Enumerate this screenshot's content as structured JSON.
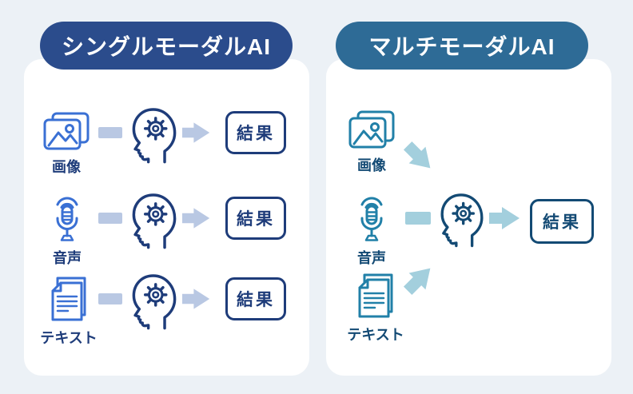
{
  "colors": {
    "bg": "#ecf1f6",
    "panel_bg": "#ffffff",
    "header_text": "#ffffff",
    "single_header": "#2b4c8c",
    "single_icon": "#3a70d4",
    "single_ink": "#1e3c7a",
    "single_soft": "#b9c8e3",
    "multi_header": "#2e6b96",
    "multi_icon": "#2180a8",
    "multi_ink": "#134a74",
    "multi_soft": "#a3cfdd"
  },
  "panels": {
    "single": {
      "header": "シングルモーダルAI",
      "rows": [
        {
          "label": "画像",
          "icon": "image-icon",
          "result_label": "結果"
        },
        {
          "label": "音声",
          "icon": "microphone-icon",
          "result_label": "結果"
        },
        {
          "label": "テキスト",
          "icon": "document-icon",
          "result_label": "結果"
        }
      ],
      "processor_icon": "head-gear-icon"
    },
    "multi": {
      "header": "マルチモーダルAI",
      "inputs": [
        {
          "label": "画像",
          "icon": "image-icon"
        },
        {
          "label": "音声",
          "icon": "microphone-icon"
        },
        {
          "label": "テキスト",
          "icon": "document-icon"
        }
      ],
      "processor_icon": "head-gear-icon",
      "result_label": "結果"
    }
  }
}
